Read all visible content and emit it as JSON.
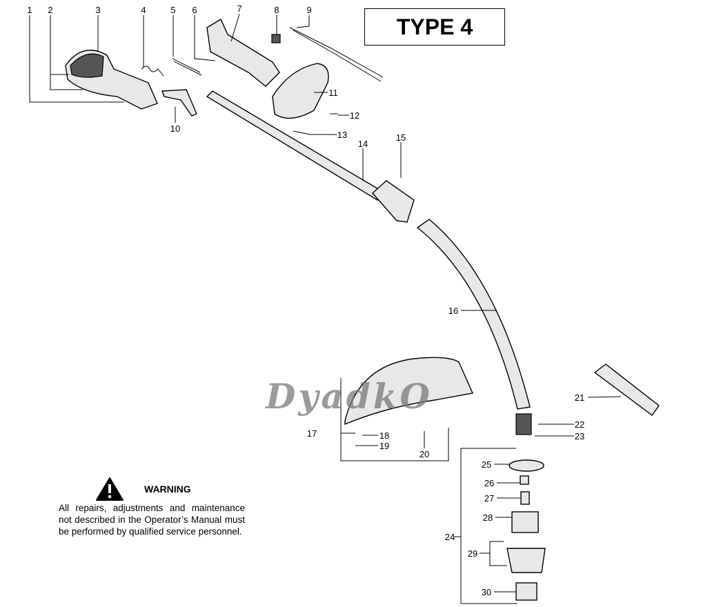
{
  "type_label": "TYPE 4",
  "watermark": "DyadkO",
  "warning": {
    "title": "WARNING",
    "text": "All repairs, adjustments and maintenance not described in the Operator’s Manual must be performed by qualified  service personnel.",
    "icon": "warning-triangle-icon"
  },
  "callouts": [
    "1",
    "2",
    "3",
    "4",
    "5",
    "6",
    "7",
    "8",
    "9",
    "10",
    "11",
    "12",
    "13",
    "14",
    "15",
    "16",
    "17",
    "18",
    "19",
    "20",
    "21",
    "22",
    "23",
    "24",
    "25",
    "26",
    "27",
    "28",
    "29",
    "30"
  ]
}
